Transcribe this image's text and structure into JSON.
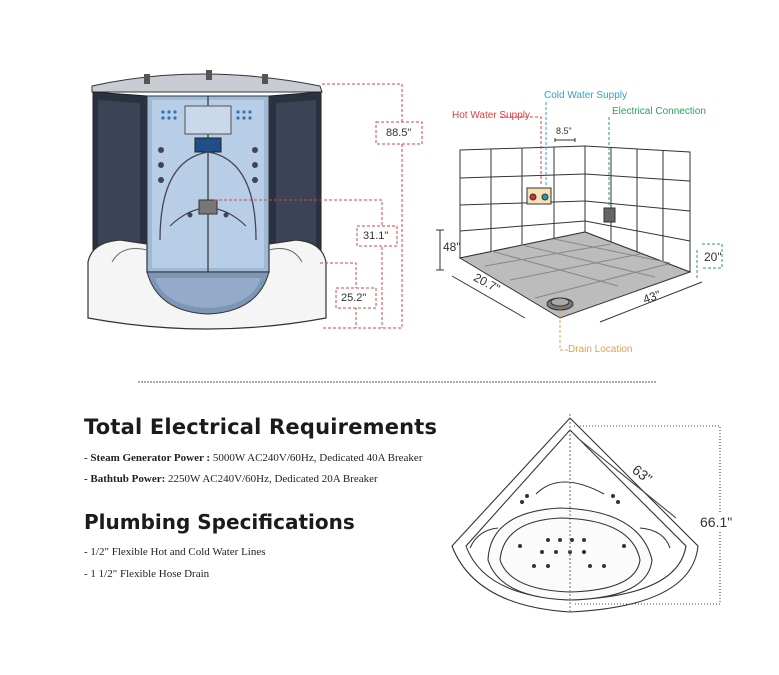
{
  "shower_dims": {
    "height_total": "88.5\"",
    "height_mid": "31.1\"",
    "height_tub": "25.2\""
  },
  "plumbing_callouts": {
    "hot_water": "Hot Water Supply",
    "cold_water": "Cold Water Supply",
    "electrical": "Electrical Connection",
    "drain": "Drain Location",
    "spacing": "8.5\"",
    "wall_height": "48\"",
    "left_width": "20.7\"",
    "right_width": "43\"",
    "right_height": "20\""
  },
  "tub_dims": {
    "diagonal": "63\"",
    "side": "66.1\""
  },
  "electrical": {
    "title": "Total Electrical Requirements",
    "items": [
      {
        "label": "- Steam Generator Power :",
        "value": " 5000W AC240V/60Hz, Dedicated 40A Breaker"
      },
      {
        "label": "- Bathtub Power:",
        "value": " 2250W AC240V/60Hz, Dedicated 20A Breaker"
      }
    ]
  },
  "plumbing": {
    "title": "Plumbing Specifications",
    "items": [
      "- 1/2\" Flexible Hot and Cold Water Lines",
      "- 1 1/2\" Flexible Hose Drain"
    ]
  },
  "colors": {
    "hot": "#d9413f",
    "cold": "#2aa6c9",
    "electric": "#27a35a",
    "drain": "#e0a24a",
    "dim_red": "#d64545"
  }
}
